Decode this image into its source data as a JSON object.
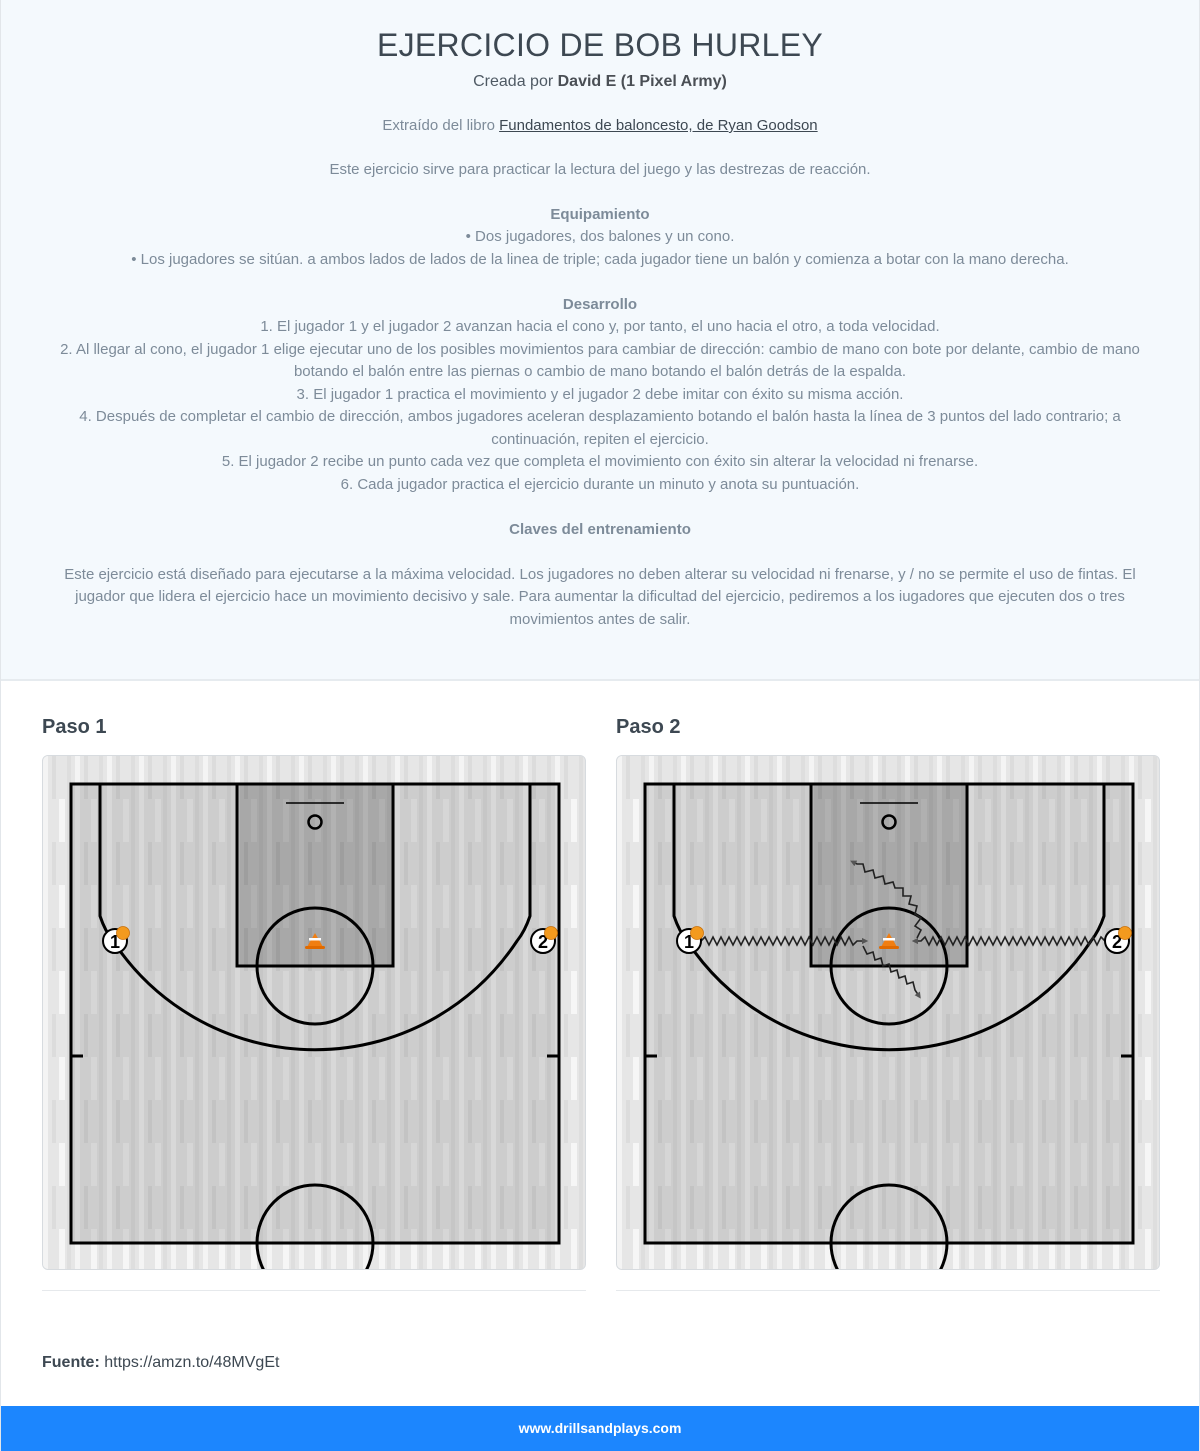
{
  "header": {
    "title": "EJERCICIO DE BOB HURLEY",
    "author_prefix": "Creada por",
    "author_name": "David E (1 Pixel Army)",
    "book_prefix": "Extraído del libro",
    "book_link": "Fundamentos de baloncesto, de Ryan Goodson",
    "intro": "Este ejercicio sirve para practicar la lectura del juego y las destrezas de reacción.",
    "equipment": {
      "heading": "Equipamiento",
      "items": [
        "• Dos jugadores, dos balones y un cono.",
        "• Los jugadores se sitúan. a ambos lados de lados de la linea de triple; cada jugador tiene un balón y comienza a botar con la mano derecha."
      ]
    },
    "development": {
      "heading": "Desarrollo",
      "items": [
        "1. El jugador 1 y el jugador 2 avanzan hacia el cono y, por tanto, el uno hacia el otro, a toda velocidad.",
        "2. Al llegar al cono, el jugador 1 elige ejecutar uno de los posibles movimientos para cambiar de dirección: cambio de mano con bote por delante, cambio de mano botando el balón entre las piernas o cambio de mano botando el balón detrás de la espalda.",
        "3. El jugador 1 practica el movimiento y el jugador 2 debe imitar con éxito su misma acción.",
        "4. Después de completar el cambio de dirección, ambos jugadores aceleran desplazamiento botando el balón hasta la línea de 3 puntos del lado contrario; a continuación, repiten el ejercicio.",
        "5. El jugador 2 recibe un punto cada vez que completa el movimiento con éxito sin alterar la velocidad ni frenarse.",
        "6. Cada jugador practica el ejercicio durante un minuto y anota su puntuación."
      ]
    },
    "keys": {
      "heading": "Claves del entrenamiento",
      "text": "Este ejercicio está diseñado para  ejecutarse a la máxima velocidad.  Los jugadores no deben alterar su velocidad ni frenarse, y / no se permite el uso de fintas. El jugador que lidera el ejercicio hace un movimiento decisivo y sale. Para aumentar la dificultad del ejercicio,  pediremos a los iugadores que ejecuten dos o tres movimientos antes de salir."
    }
  },
  "steps": [
    {
      "title": "Paso 1",
      "players": [
        "1",
        "2"
      ],
      "has_dribble_paths": false
    },
    {
      "title": "Paso 2",
      "players": [
        "1",
        "2"
      ],
      "has_dribble_paths": true
    }
  ],
  "source": {
    "label": "Fuente:",
    "url": "https://amzn.to/48MVgEt"
  },
  "footer": {
    "text": "www.drillsandplays.com",
    "color": "#1c86fe"
  },
  "colors": {
    "ball": "#f39a1e",
    "cone": "#f07e12",
    "key_fill": "#a9a9a9",
    "court_fill": "#cfcfcf"
  }
}
